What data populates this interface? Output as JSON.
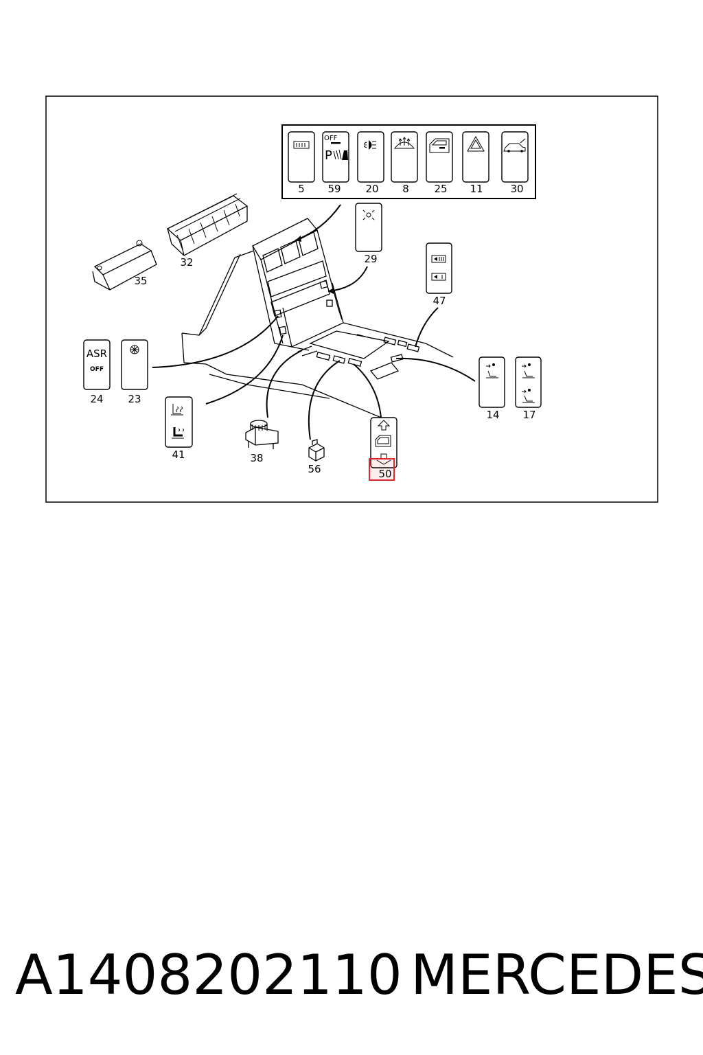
{
  "callouts": {
    "c5": "5",
    "c59": "59",
    "c20": "20",
    "c8": "8",
    "c25": "25",
    "c11": "11",
    "c30": "30",
    "c29": "29",
    "c47": "47",
    "c32": "32",
    "c35": "35",
    "c24": "24",
    "c23": "23",
    "c14": "14",
    "c17": "17",
    "c41": "41",
    "c38": "38",
    "c56": "56",
    "c50": "50"
  },
  "switch_text": {
    "off_small": "OFF",
    "park_p": "P",
    "asr": "ASR",
    "asr_off": "OFF"
  },
  "highlight": {
    "part": "50",
    "color": "#e0262b"
  },
  "caption": {
    "part_number": "A1408202110",
    "brand": "MERCEDES"
  }
}
